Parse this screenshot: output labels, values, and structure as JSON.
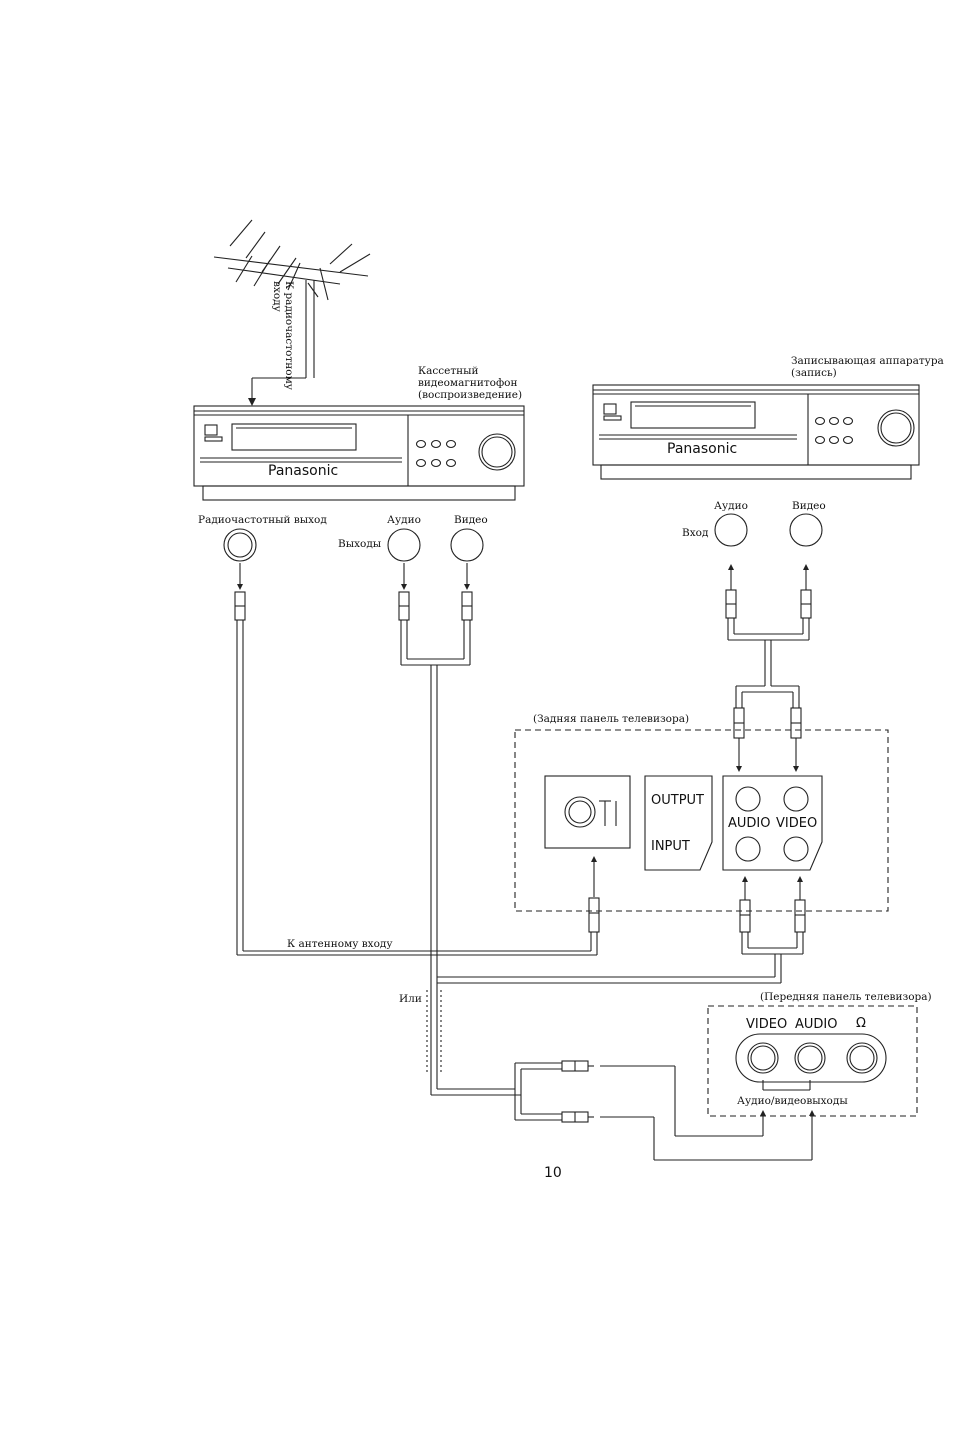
{
  "antenna": {
    "label_line1": "К радиочастотному",
    "label_line2": "входу"
  },
  "vcr_play": {
    "label_line1": "Кассетный",
    "label_line2": "видеомагнитофон",
    "label_line3": "(воспроизведение)",
    "brand": "Panasonic",
    "rf_out_label": "Радиочастотный выход",
    "outputs_label": "Выходы",
    "audio_label": "Аудио",
    "video_label": "Видео"
  },
  "vcr_record": {
    "label_line1": "Записывающая аппаратура",
    "label_line2": "(запись)",
    "brand": "Panasonic",
    "input_label": "Вход",
    "audio_label": "Аудио",
    "video_label": "Видео"
  },
  "tv_rear": {
    "label": "(Задняя панель телевизора)",
    "output_label": "OUTPUT",
    "input_label": "INPUT",
    "audio_label": "AUDIO",
    "video_label": "VIDEO"
  },
  "antenna_input_label": "К антенному входу",
  "or_label": "Или",
  "tv_front": {
    "label": "(Передняя панель телевизора)",
    "video_label": "VIDEO",
    "audio_label": "AUDIO",
    "headphone_symbol": "Ω",
    "av_outputs_label": "Аудио/видеовыходы"
  },
  "page_number": "10"
}
